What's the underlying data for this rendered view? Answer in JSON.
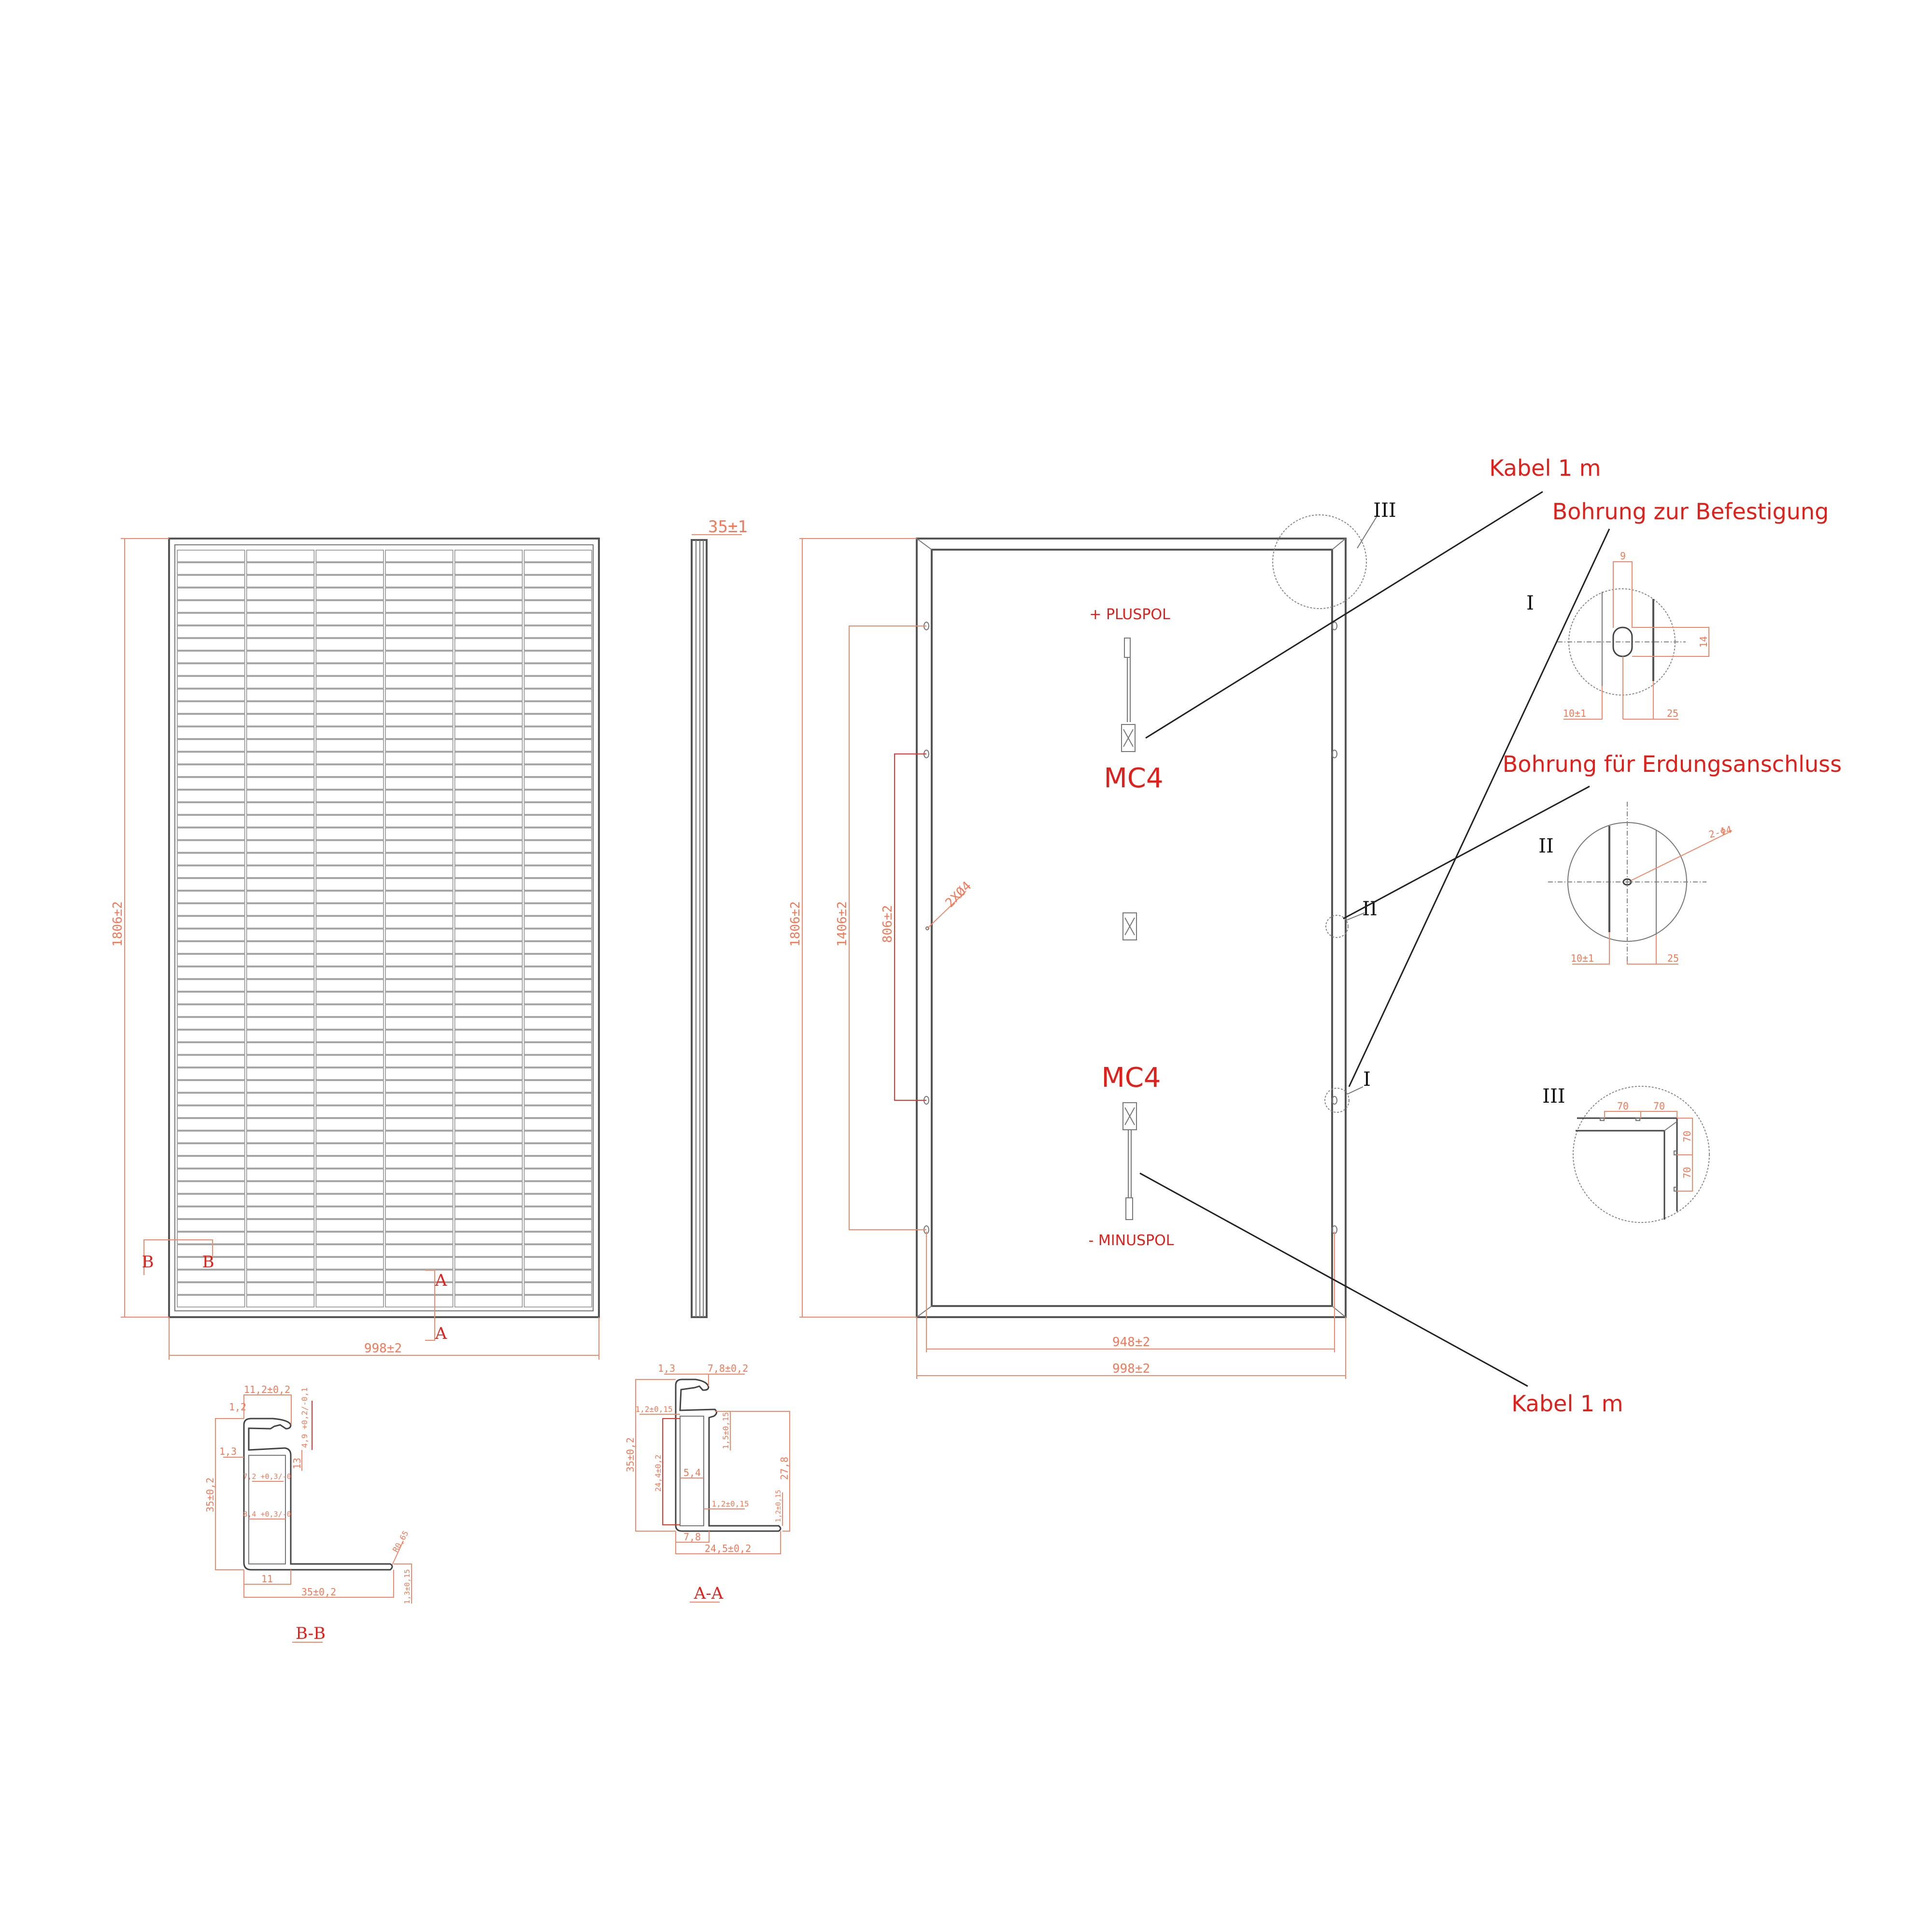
{
  "front_view": {
    "height_dim": "1806±2",
    "width_dim": "998±2",
    "section_b_left": "B",
    "section_b_right": "B",
    "section_a_top": "A",
    "section_a_bottom": "A",
    "cell_columns": 6,
    "cell_rows": 60
  },
  "side_view": {
    "thickness_dim": "35±1"
  },
  "back_view": {
    "height_dim": "1806±2",
    "hole_spacing_outer": "1406±2",
    "hole_spacing_inner": "806±2",
    "hole_callout": "2XØ4",
    "inner_width_dim": "948±2",
    "width_dim": "998±2",
    "plus_label": "+ PLUSPOL",
    "minus_label": "- MINUSPOL",
    "connector_top": "MC4",
    "connector_bottom": "MC4",
    "marker_i": "I",
    "marker_ii": "II",
    "marker_iii": "III"
  },
  "callouts": {
    "cable_top": "Kabel 1 m",
    "mounting_hole": "Bohrung zur Befestigung",
    "grounding_hole": "Bohrung für Erdungsanschluss",
    "cable_bottom": "Kabel 1 m"
  },
  "detail_i": {
    "label": "I",
    "slot_width": "9",
    "slot_length": "14",
    "offset": "10±1",
    "flange": "25"
  },
  "detail_ii": {
    "label": "II",
    "hole": "2-Φ4",
    "offset": "10±1",
    "flange": "25"
  },
  "detail_iii": {
    "label": "III",
    "h1": "70",
    "h2": "70",
    "v1": "70",
    "v2": "70"
  },
  "section_bb": {
    "label": "B-B",
    "lip_width": "11,2±0,2",
    "lip_thk": "1,2",
    "slot_height": "4,9 +0,2/-0,1",
    "wall": "1,3",
    "shelf": "13",
    "inner_top": "7,2 +0,3/-0",
    "height": "35±0,2",
    "inner_mid": "8,4 +0,3/-0",
    "radius": "R0,65",
    "box_width": "11",
    "total_width": "35±0,2",
    "flange_thk": "1,3±0,15"
  },
  "section_aa": {
    "label": "A-A",
    "wall": "1,3",
    "lip_width": "7,8±0,2",
    "shelf_thk": "1,2±0,15",
    "height": "35±0,2",
    "inner_height": "24,4±0,2",
    "web_thk": "1,5±0,15",
    "web_height": "27,8",
    "inner_width": "5,4",
    "inner_wall": "1,2±0,15",
    "flange_thk": "1,2±0,15",
    "box_width": "7,8",
    "total_width": "24,5±0,2"
  },
  "colors": {
    "dimension": "#f07a5a",
    "callout": "#e0201a",
    "outline": "#555555"
  }
}
